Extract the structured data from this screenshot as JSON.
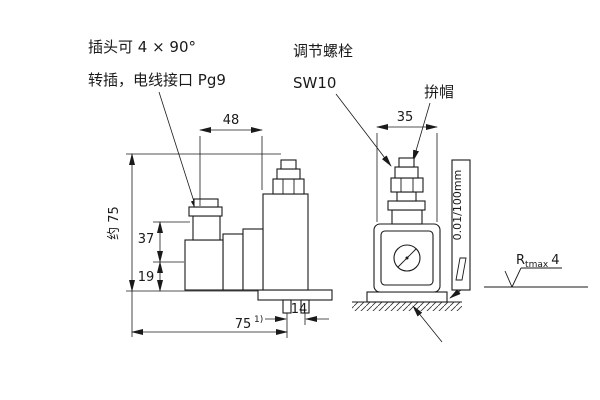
{
  "colors": {
    "ink": "#1a1a1a",
    "background": "#ffffff"
  },
  "labels": {
    "plug_note_line1": "插头可 4 × 90°",
    "plug_note_line2": "转插，电线接口 Pg9",
    "adjusting_bolt": "调节螺栓",
    "wrench_size": "SW10",
    "cap_nut": "拚帽",
    "flatness_tolerance": "0.01/100mm",
    "roughness_r": "R",
    "roughness_sub": "tmax",
    "roughness_value": "4"
  },
  "dimensions": {
    "side_view_width": "48",
    "front_view_width": "35",
    "overall_height": "约 75",
    "upper_height": "37",
    "lower_height": "19",
    "pin_spacing": "14",
    "base_length": "75",
    "base_length_note": "1)"
  }
}
